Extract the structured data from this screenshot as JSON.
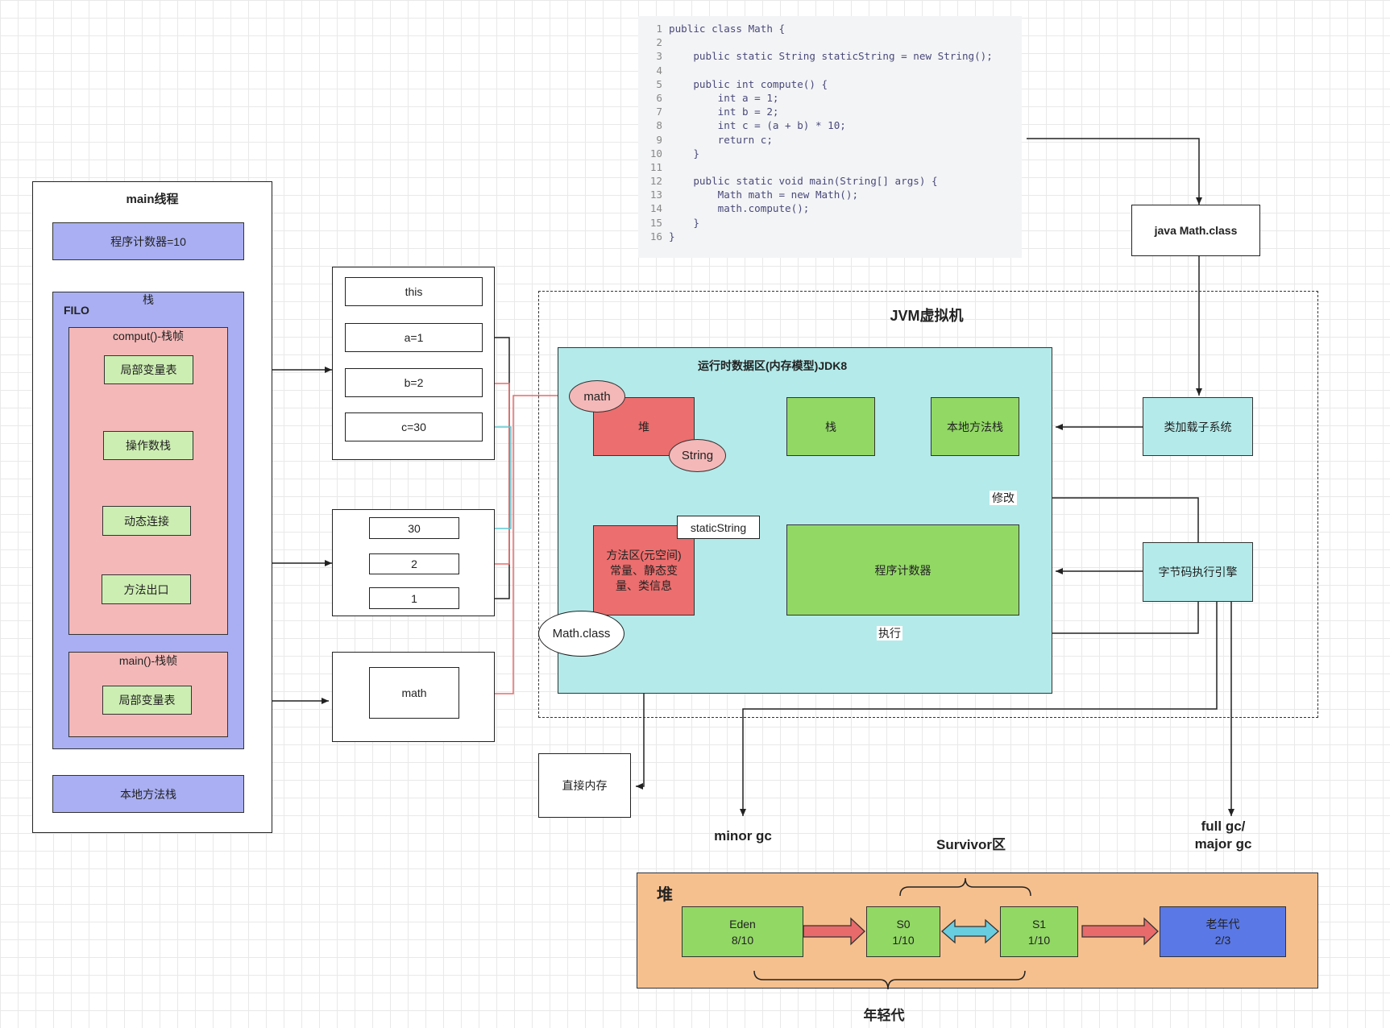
{
  "main_thread": {
    "title": "main线程",
    "pc_counter": "程序计数器=10",
    "stack_title": "栈",
    "filo": "FILO",
    "comput_frame": {
      "title": "comput()-栈帧",
      "local_vars": "局部变量表",
      "operand_stack": "操作数栈",
      "dynamic_link": "动态连接",
      "method_exit": "方法出口"
    },
    "main_frame": {
      "title": "main()-栈帧",
      "local_vars": "局部变量表"
    },
    "native_stack": "本地方法栈"
  },
  "local_var_table": [
    "this",
    "a=1",
    "b=2",
    "c=30"
  ],
  "operand_values": [
    "30",
    "2",
    "1"
  ],
  "main_local": "math",
  "code": [
    {
      "n": "1",
      "t": "public class Math {"
    },
    {
      "n": "2",
      "t": ""
    },
    {
      "n": "3",
      "t": "    public static String staticString = new String();"
    },
    {
      "n": "4",
      "t": ""
    },
    {
      "n": "5",
      "t": "    public int compute() {"
    },
    {
      "n": "6",
      "t": "        int a = 1;"
    },
    {
      "n": "7",
      "t": "        int b = 2;"
    },
    {
      "n": "8",
      "t": "        int c = (a + b) * 10;"
    },
    {
      "n": "9",
      "t": "        return c;"
    },
    {
      "n": "10",
      "t": "    }"
    },
    {
      "n": "11",
      "t": ""
    },
    {
      "n": "12",
      "t": "    public static void main(String[] args) {"
    },
    {
      "n": "13",
      "t": "        Math math = new Math();"
    },
    {
      "n": "14",
      "t": "        math.compute();"
    },
    {
      "n": "15",
      "t": "    }"
    },
    {
      "n": "16",
      "t": "}"
    }
  ],
  "class_file": "java Math.class",
  "jvm": {
    "title": "JVM虚拟机",
    "runtime_area": "运行时数据区(内存模型)JDK8",
    "heap": "堆",
    "stack": "栈",
    "native_stack": "本地方法栈",
    "method_area": "方法区(元空间)常量、静态变量、类信息",
    "pc": "程序计数器",
    "class_loader": "类加载子系统",
    "exec_engine": "字节码执行引擎",
    "math_ref": "math",
    "string_obj": "String",
    "static_string": "staticString",
    "math_class": "Math.class",
    "modify": "修改",
    "execute": "执行"
  },
  "direct_memory": "直接内存",
  "gc": {
    "minor": "minor gc",
    "full_1": "full gc/",
    "full_2": "major gc",
    "survivor": "Survivor区",
    "young": "年轻代"
  },
  "heap_gen": {
    "title": "堆",
    "eden": "Eden",
    "eden_ratio": "8/10",
    "s0": "S0",
    "s0_ratio": "1/10",
    "s1": "S1",
    "s1_ratio": "1/10",
    "old": "老年代",
    "old_ratio": "2/3"
  },
  "colors": {
    "red_wire": "#e86a6a",
    "cyan_wire": "#5cc8d4",
    "heap_bg": "#f6c08e",
    "old_gen": "#5a78e6"
  }
}
